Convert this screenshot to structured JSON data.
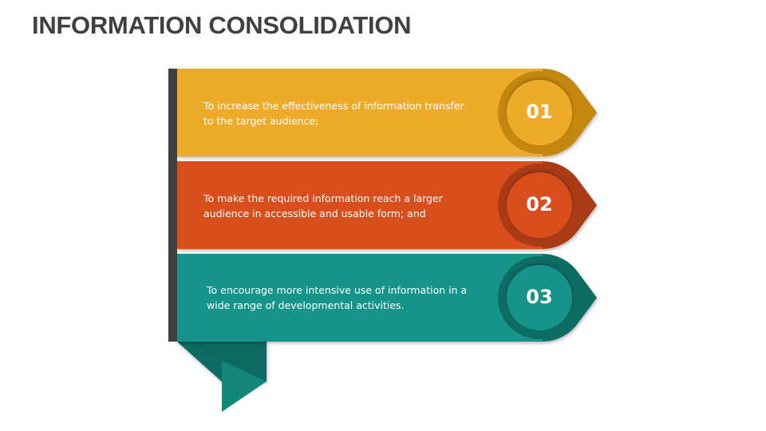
{
  "title": "INFORMATION CONSOLIDATION",
  "colors": {
    "title": "#404040",
    "spine": "#404040",
    "tail_light": "#13877c",
    "tail_dark": "#0f6b63"
  },
  "items": [
    {
      "number": "01",
      "line1": "To increase the effectiveness of information transfer",
      "line2": "to the target audience;",
      "color": "#eeab2a",
      "ring": "#c5870f"
    },
    {
      "number": "02",
      "line1": "To make the required information reach a larger",
      "line2": "audience in accessible and usable form; and",
      "color": "#da4d1b",
      "ring": "#a93b14"
    },
    {
      "number": "03",
      "line1": "To encourage more intensive use of information in a",
      "line2": "wide range of developmental activities.",
      "color": "#13948a",
      "ring": "#0f6d65"
    }
  ]
}
